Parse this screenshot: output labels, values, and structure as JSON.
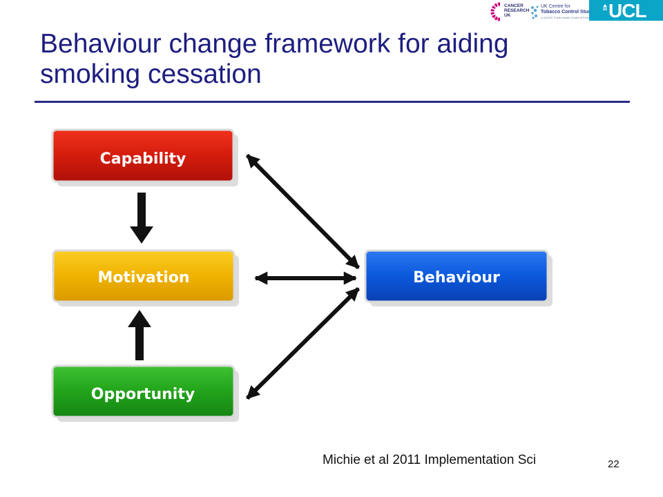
{
  "logos": {
    "cruk_lines": [
      "CANCER",
      "RESEARCH",
      "UK"
    ],
    "tcs_lines": [
      "UK Centre for",
      "Tobacco Control Studies",
      "A UKCRC Public Health Centre of Excellence"
    ],
    "ucl_text": "UCL"
  },
  "slide": {
    "title_line1": "Behaviour change framework for aiding",
    "title_line2": "smoking cessation",
    "citation": "Michie et al 2011 Implementation Sci",
    "page_number": "22"
  },
  "diagram": {
    "nodes": [
      {
        "id": "capability",
        "label": "Capability",
        "color": "#d81e10"
      },
      {
        "id": "motivation",
        "label": "Motivation",
        "color": "#f0b800"
      },
      {
        "id": "opportunity",
        "label": "Opportunity",
        "color": "#22a51c"
      },
      {
        "id": "behaviour",
        "label": "Behaviour",
        "color": "#0a56d8"
      }
    ],
    "edges": [
      {
        "from": "capability",
        "to": "motivation",
        "direction": "one-way"
      },
      {
        "from": "opportunity",
        "to": "motivation",
        "direction": "one-way"
      },
      {
        "from": "capability",
        "to": "behaviour",
        "direction": "two-way"
      },
      {
        "from": "motivation",
        "to": "behaviour",
        "direction": "two-way"
      },
      {
        "from": "opportunity",
        "to": "behaviour",
        "direction": "two-way"
      }
    ]
  }
}
